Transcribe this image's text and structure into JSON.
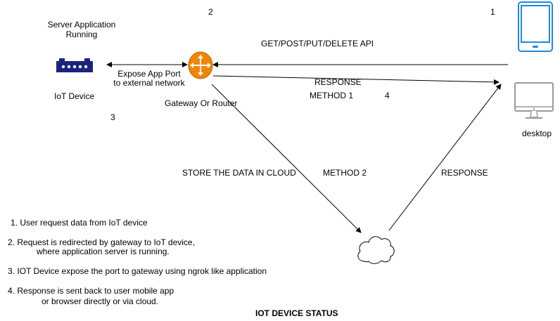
{
  "title": "IOT DEVICE STATUS",
  "steps": {
    "one": "1",
    "two": "2",
    "three": "3",
    "four": "4"
  },
  "labels": {
    "server_app_line1": "Server Application",
    "server_app_line2": "Running",
    "iot_device": "IoT Device",
    "expose_line1": "Expose App Port",
    "expose_line2": "to external network",
    "gateway": "Gateway Or Router",
    "api": "GET/POST/PUT/DELETE API",
    "response_top": "RESPONSE",
    "method1": "METHOD 1",
    "store_cloud": "STORE THE DATA IN CLOUD",
    "method2": "METHOD 2",
    "response_cloud": "RESPONSE",
    "desktop": "desktop"
  },
  "notes": [
    {
      "num": "1.",
      "line1": "User request data from IoT device",
      "line2": ""
    },
    {
      "num": "2.",
      "line1": "Request is redirected by gateway to IoT device,",
      "line2": "where application server is running."
    },
    {
      "num": "3.",
      "line1": "IOT Device expose the port to gateway using ngrok like application",
      "line2": ""
    },
    {
      "num": "4.",
      "line1": "Response is sent back to user mobile app",
      "line2": "or browser directly or via cloud."
    }
  ],
  "icons": {
    "iot": "iot-device-icon",
    "router": "router-icon",
    "tablet": "tablet-icon",
    "desktop": "desktop-icon",
    "cloud": "cloud-icon"
  },
  "colors": {
    "iot_blue": "#1a237e",
    "router_orange": "#f08705",
    "tablet_blue": "#1e88e5",
    "desktop_gray": "#999999"
  }
}
